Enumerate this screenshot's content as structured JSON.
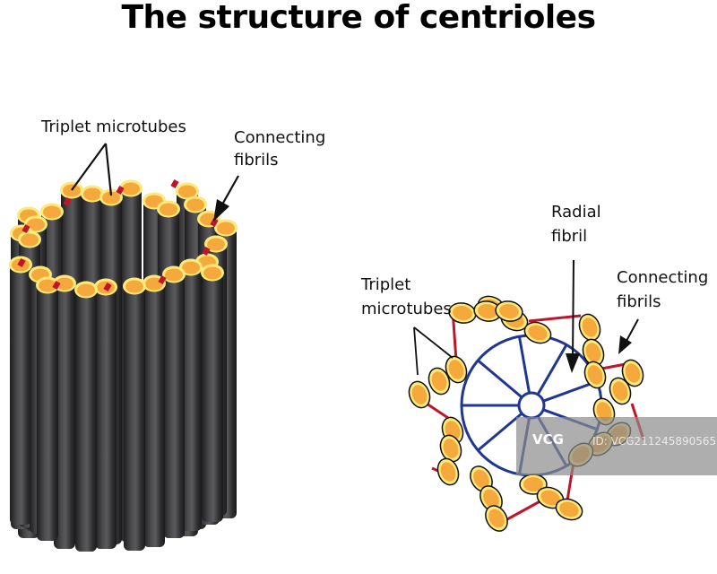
{
  "title": "The structure of centrioles",
  "left_diagram": {
    "label_triplet": "Triplet microtubes",
    "label_connecting_line1": "Connecting",
    "label_connecting_line2": "fibrils"
  },
  "right_diagram": {
    "label_radial_line1": "Radial",
    "label_radial_line2": "fibril",
    "label_triplet_line1": "Triplet",
    "label_triplet_line2": "microtubes",
    "label_connecting_line1": "Connecting",
    "label_connecting_line2": "fibrils"
  },
  "watermark": {
    "logo": "VCG",
    "id_text": "ID: VCG211245890565"
  },
  "colors": {
    "tube_top": "#f5a93c",
    "tube_rim": "#fbe97a",
    "tube_body": "#3a3a3c",
    "connector": "#c0142a",
    "wheel": "#1f3791",
    "outline": "#111111"
  }
}
